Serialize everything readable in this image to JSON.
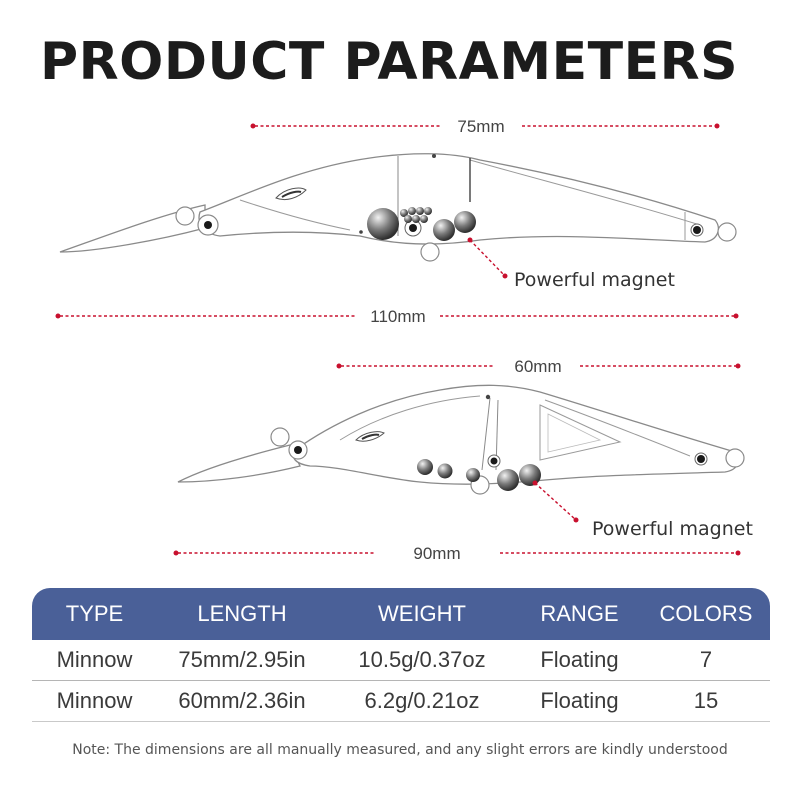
{
  "page": {
    "title": "PRODUCT PARAMETERS",
    "note": "Note: The dimensions are all manually measured, and any slight errors are kindly understood"
  },
  "colors": {
    "accent_red": "#c8102e",
    "table_header": "#4a6098",
    "outline": "#888888"
  },
  "lures": [
    {
      "body_length": "75mm",
      "total_length": "110mm",
      "magnet_label": "Powerful magnet"
    },
    {
      "body_length": "60mm",
      "total_length": "90mm",
      "magnet_label": "Powerful magnet"
    }
  ],
  "table": {
    "headers": [
      "TYPE",
      "LENGTH",
      "WEIGHT",
      "RANGE",
      "COLORS"
    ],
    "rows": [
      [
        "Minnow",
        "75mm/2.95in",
        "10.5g/0.37oz",
        "Floating",
        "7"
      ],
      [
        "Minnow",
        "60mm/2.36in",
        "6.2g/0.21oz",
        "Floating",
        "15"
      ]
    ]
  }
}
